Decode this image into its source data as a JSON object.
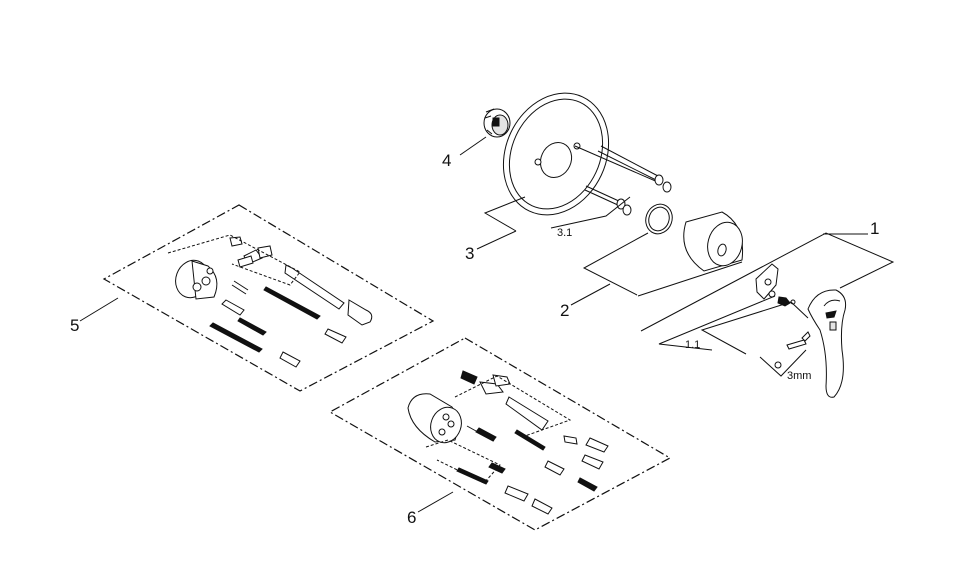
{
  "labels": {
    "part_1": "1",
    "part_1_1": "1.1",
    "part_2": "2",
    "part_3": "3",
    "part_3_1": "3.1",
    "part_4": "4",
    "part_5": "5",
    "part_6": "6",
    "hex_key": "3mm"
  }
}
